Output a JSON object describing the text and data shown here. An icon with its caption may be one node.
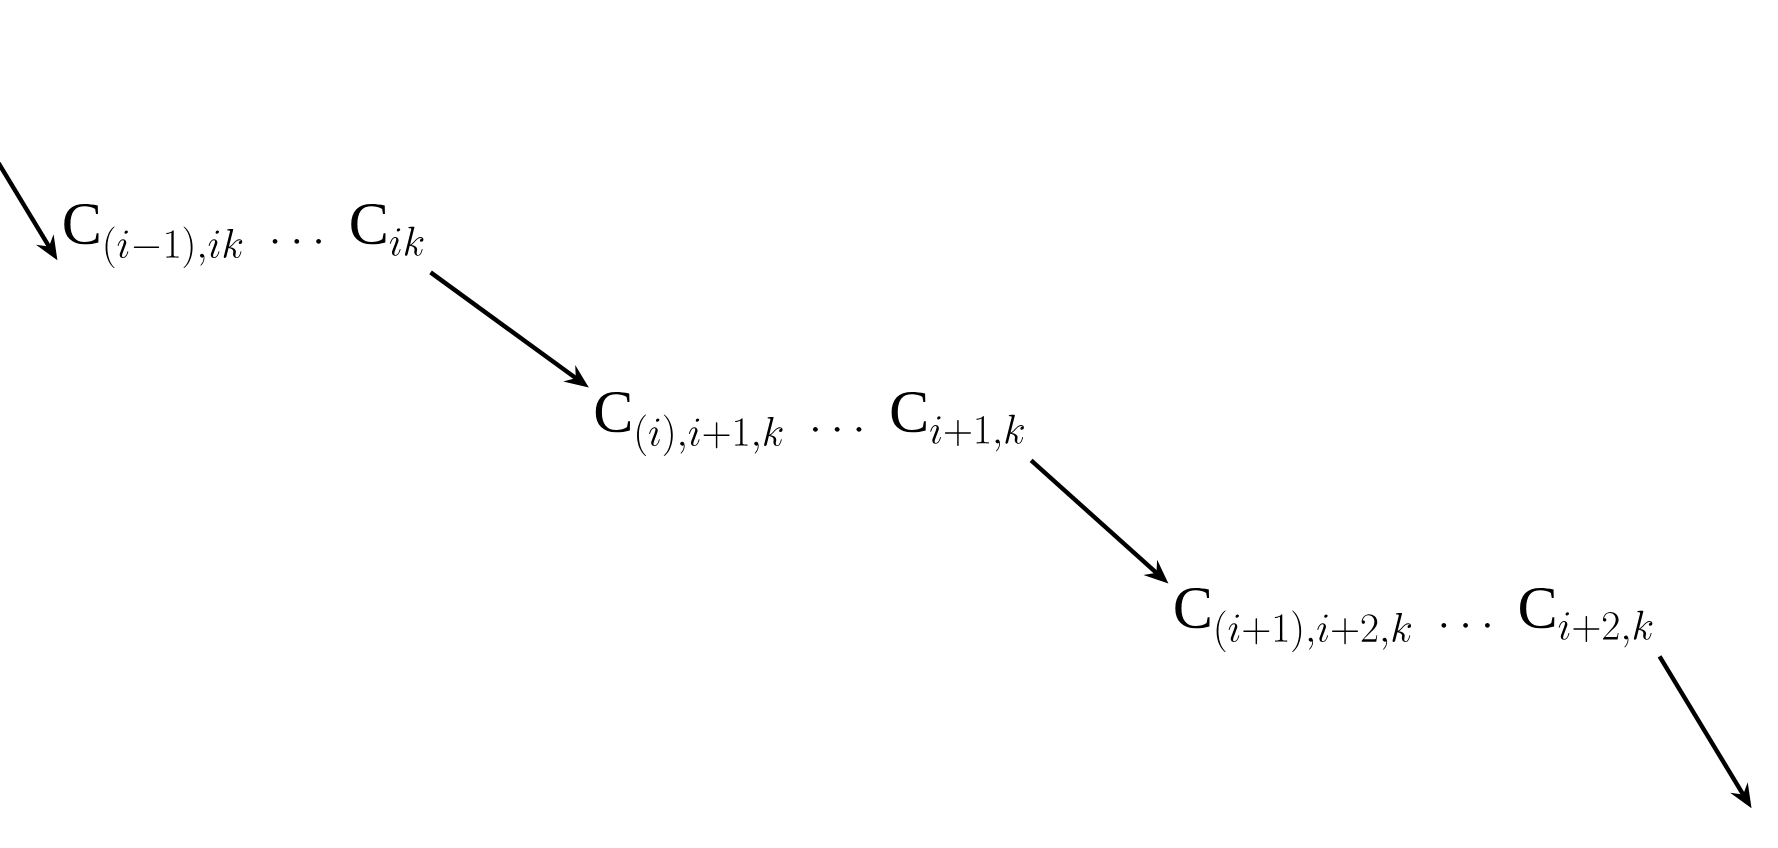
{
  "diagram": {
    "nodes": [
      {
        "text": [
          "\\mathrm{C}_{(i-1),ik}\\ \\dots\\ \\mathrm{C}_{ik}"
        ]
      },
      {
        "text": [
          "\\mathrm{C}_{(i),i+1,k}\\ \\dots\\ \\mathrm{C}_{i+1,k}"
        ]
      },
      {
        "text": [
          "\\mathrm{C}_{(i+1),i+2,k}\\ \\dots\\ \\mathrm{C}_{i+2,k}"
        ]
      }
    ],
    "edges": [
      {
        "from": null,
        "to": 0,
        "arrow": "to"
      },
      {
        "from": 0,
        "to": 1,
        "arrow": "to"
      },
      {
        "from": 1,
        "to": 2,
        "arrow": "to"
      },
      {
        "from": 2,
        "to": null,
        "arrow": "to"
      }
    ]
  }
}
